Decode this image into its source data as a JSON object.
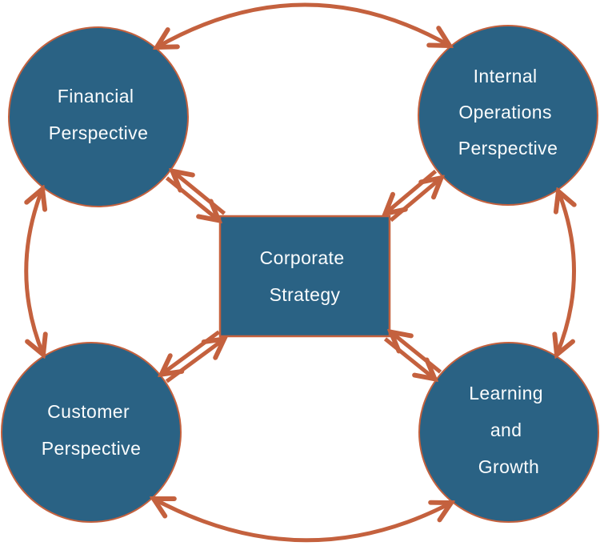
{
  "colors": {
    "node_fill": "#2A6284",
    "node_stroke": "#C4613E",
    "arrow": "#C4613E",
    "text": "#FAFCFD",
    "background": "#FFFFFF"
  },
  "nodes": {
    "financial": {
      "label": "Financial Perspective",
      "lines": [
        "Financial",
        "Perspective"
      ]
    },
    "internal": {
      "label": "Internal Operations Perspective",
      "lines": [
        "Internal",
        "Operations",
        "Perspective"
      ]
    },
    "customer": {
      "label": "Customer Perspective",
      "lines": [
        "Customer",
        "Perspective"
      ]
    },
    "learning": {
      "label": "Learning and Growth",
      "lines": [
        "Learning",
        "and",
        "Growth"
      ]
    },
    "corporate": {
      "label": "Corporate Strategy",
      "lines": [
        "Corporate",
        "Strategy"
      ]
    }
  },
  "connections": [
    {
      "from": "Financial Perspective",
      "to": "Internal Operations Perspective",
      "direction": "bidirectional",
      "style": "curved-arc"
    },
    {
      "from": "Customer Perspective",
      "to": "Learning and Growth",
      "direction": "bidirectional",
      "style": "curved-arc"
    },
    {
      "from": "Financial Perspective",
      "to": "Customer Perspective",
      "direction": "bidirectional",
      "style": "curved-arc"
    },
    {
      "from": "Internal Operations Perspective",
      "to": "Learning and Growth",
      "direction": "bidirectional",
      "style": "curved-arc"
    },
    {
      "from": "Corporate Strategy",
      "to": "Financial Perspective",
      "direction": "bidirectional",
      "style": "double-shaft"
    },
    {
      "from": "Corporate Strategy",
      "to": "Internal Operations Perspective",
      "direction": "bidirectional",
      "style": "double-shaft"
    },
    {
      "from": "Corporate Strategy",
      "to": "Customer Perspective",
      "direction": "bidirectional",
      "style": "double-shaft"
    },
    {
      "from": "Corporate Strategy",
      "to": "Learning and Growth",
      "direction": "bidirectional",
      "style": "double-shaft"
    }
  ]
}
